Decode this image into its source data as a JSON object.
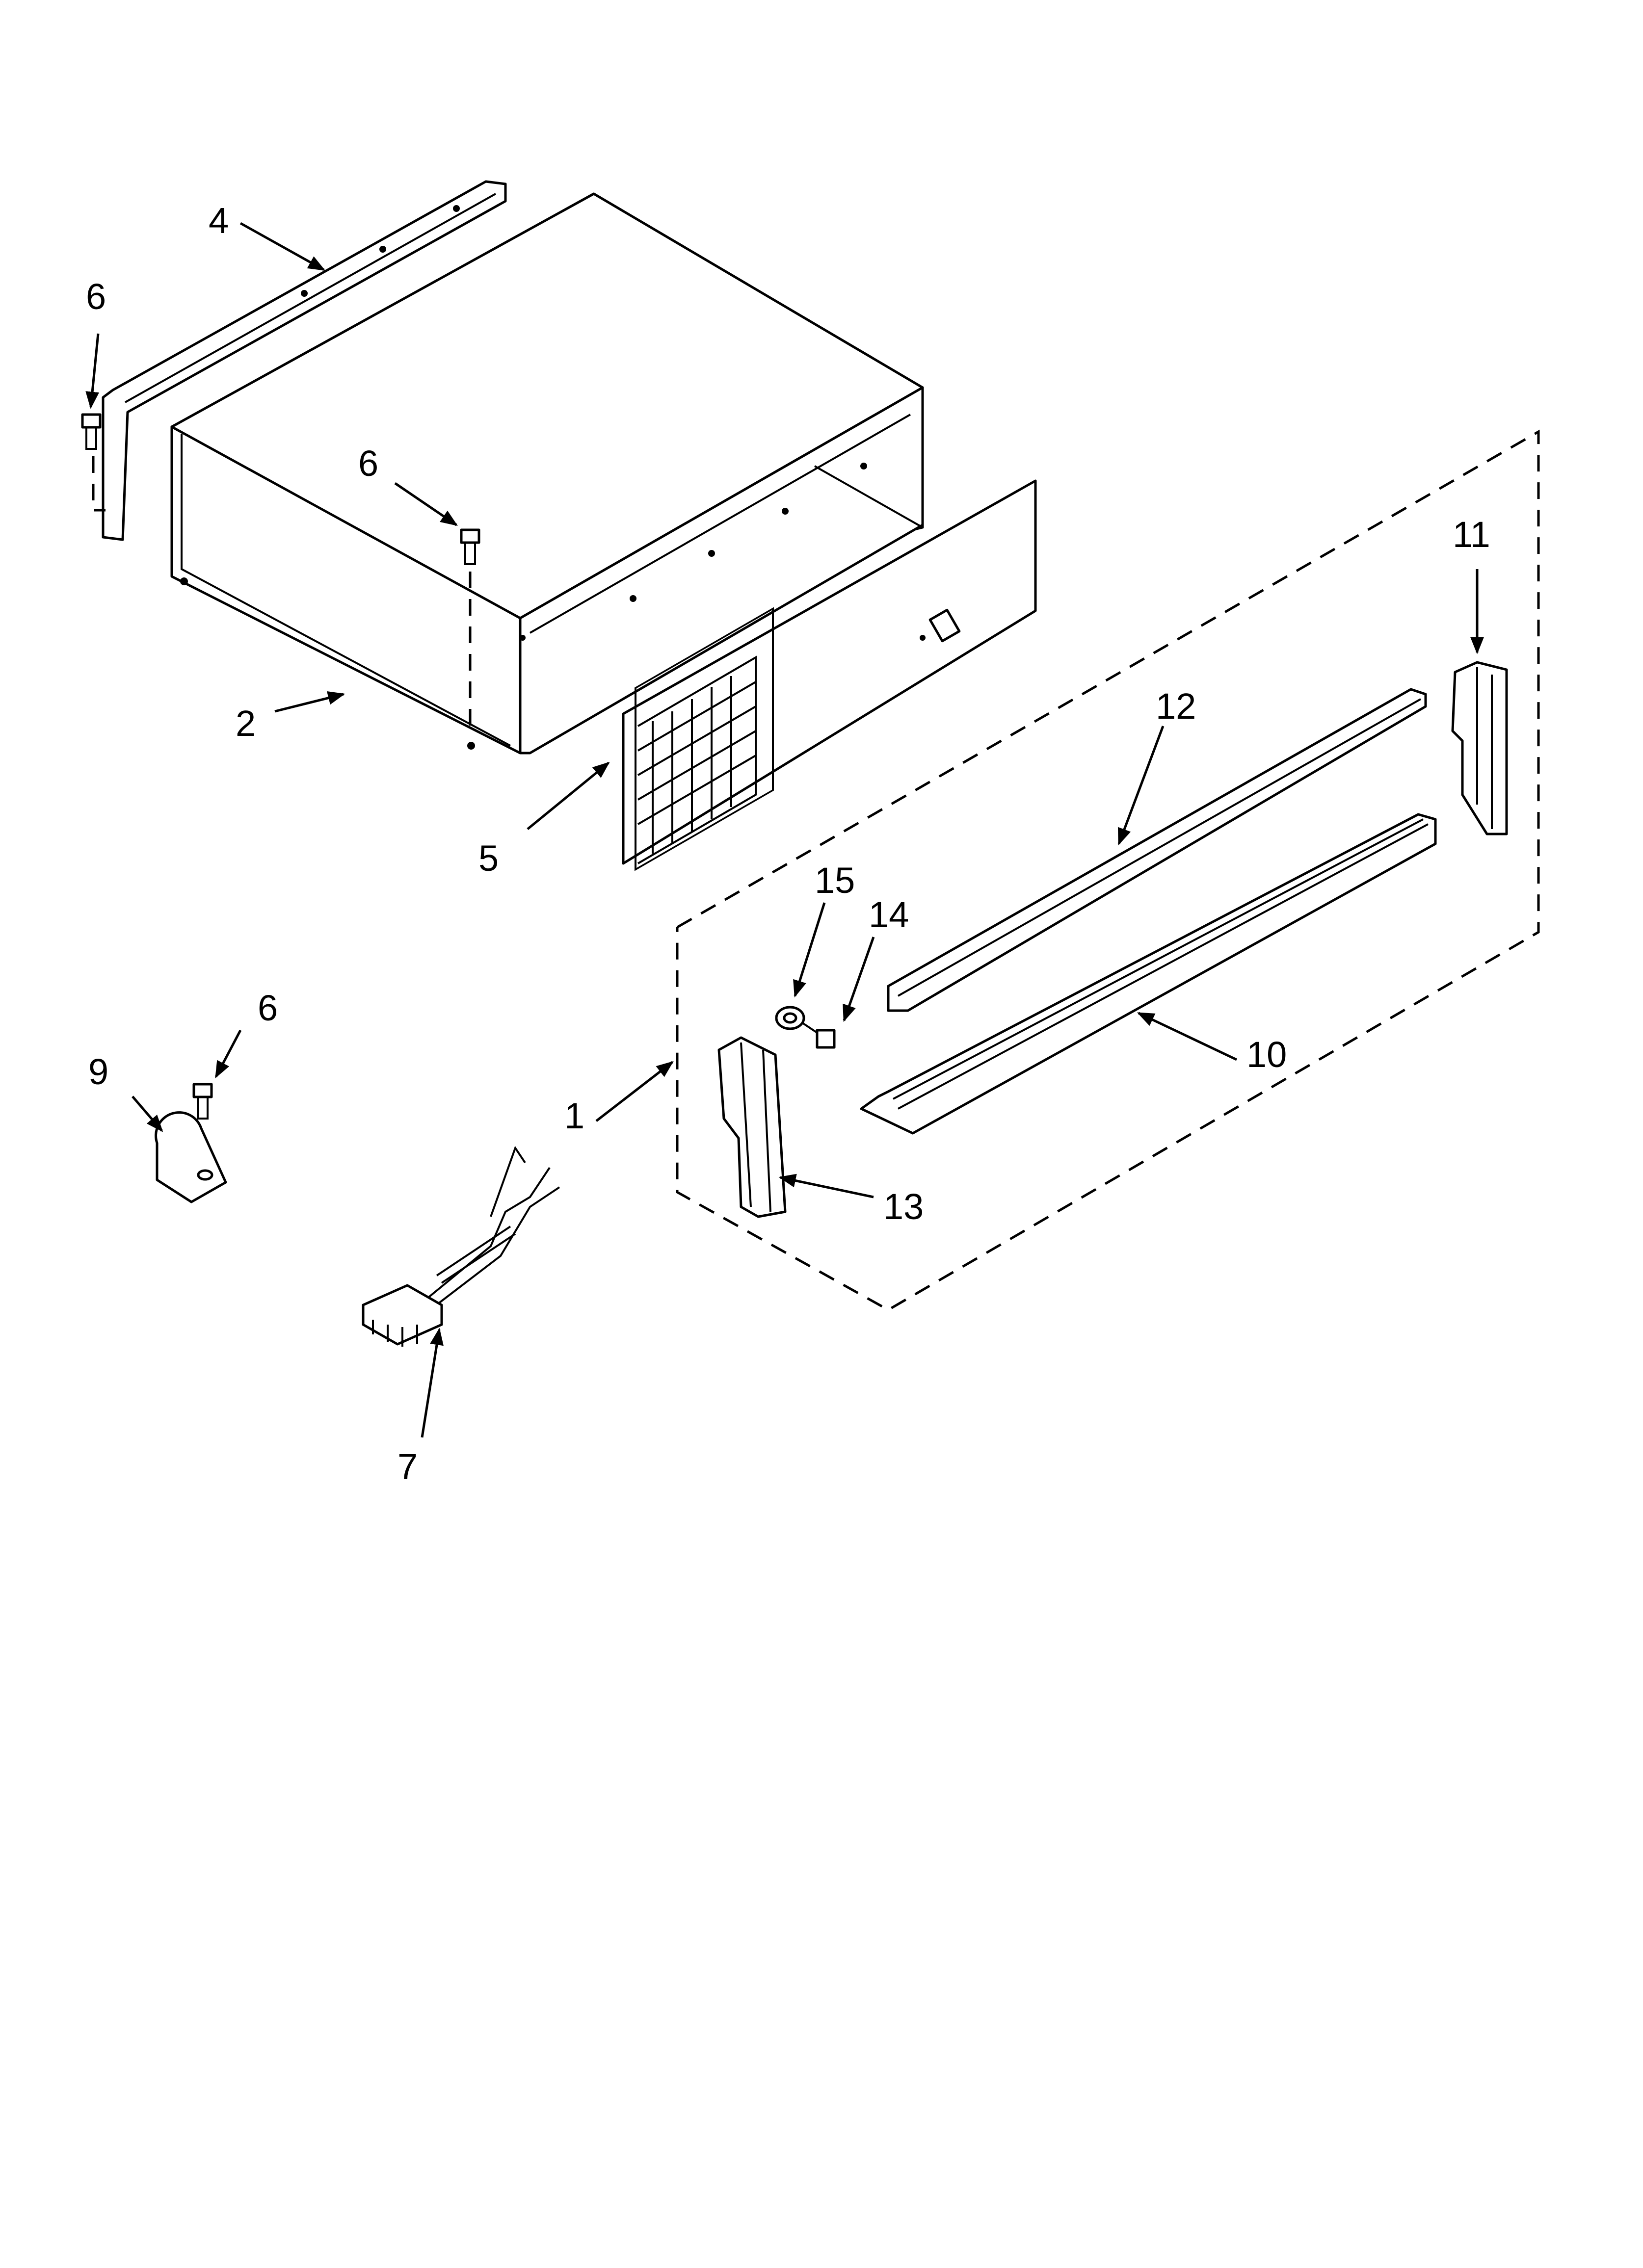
{
  "callouts": {
    "c1": "1",
    "c2": "2",
    "c4": "4",
    "c5": "5",
    "c6a": "6",
    "c6b": "6",
    "c6c": "6",
    "c7": "7",
    "c9": "9",
    "c10": "10",
    "c11": "11",
    "c12": "12",
    "c13": "13",
    "c14": "14",
    "c15": "15"
  },
  "colors": {
    "line": "#000000",
    "background": "#ffffff"
  }
}
